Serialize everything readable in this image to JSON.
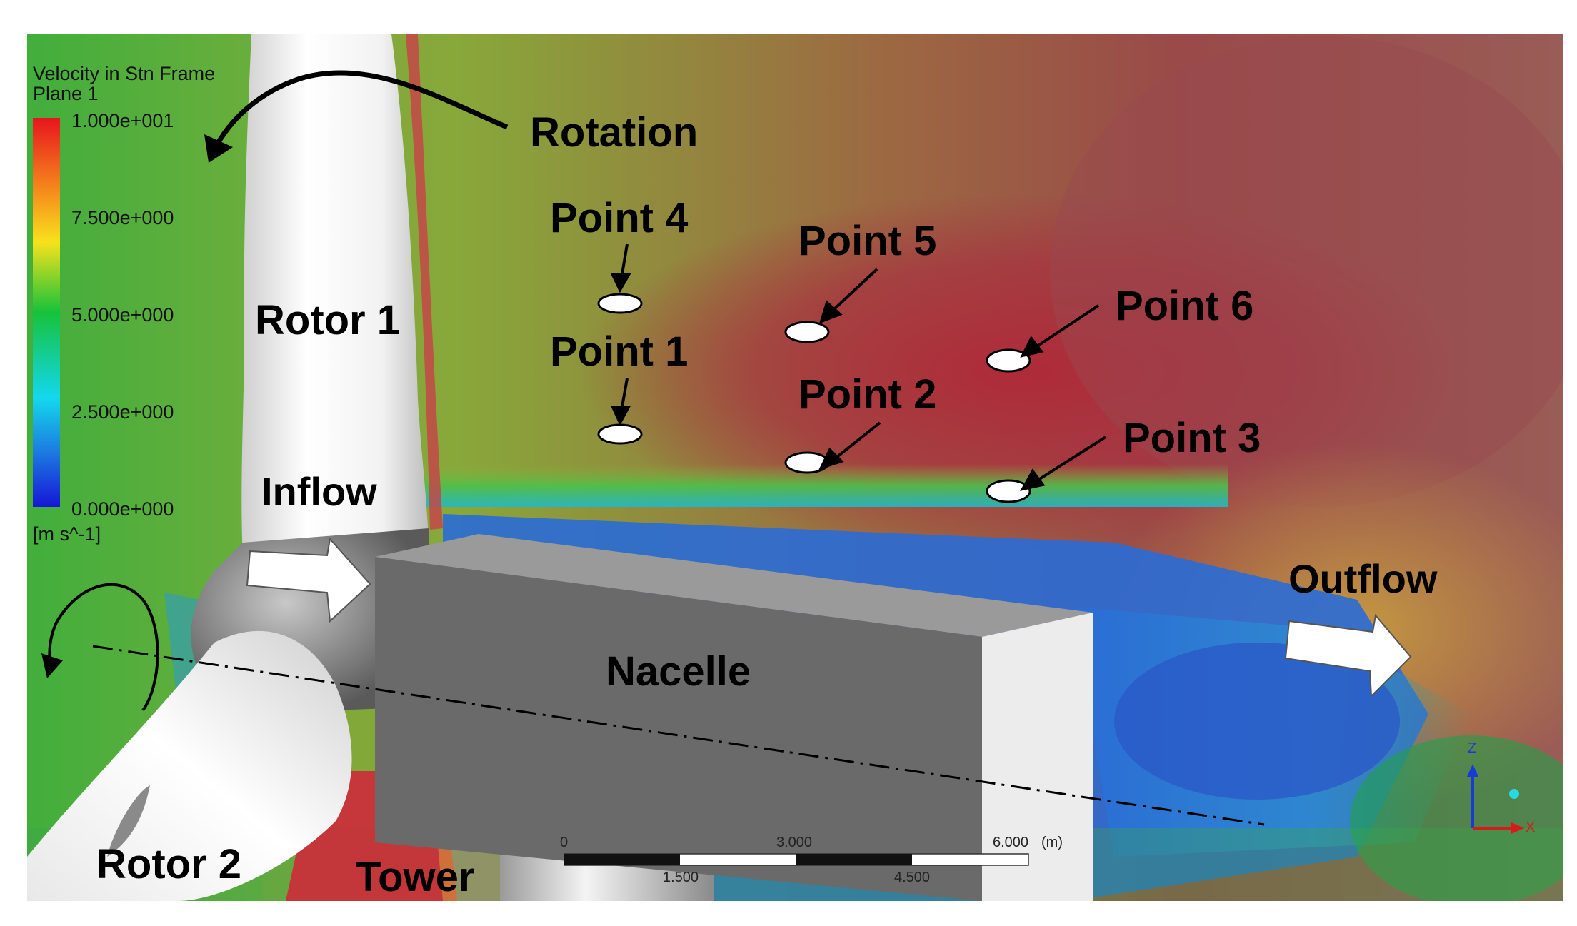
{
  "legend": {
    "title_line1": "Velocity in Stn Frame",
    "title_line2": "Plane 1",
    "ticks": [
      "1.000e+001",
      "7.500e+000",
      "5.000e+000",
      "2.500e+000",
      "0.000e+000"
    ],
    "unit": "[m s^-1]",
    "colors": [
      "#e8141e",
      "#f7e21c",
      "#16c23a",
      "#14d8ee",
      "#1616d8"
    ]
  },
  "labels": {
    "rotation": "Rotation",
    "rotor1": "Rotor 1",
    "rotor2": "Rotor 2",
    "inflow": "Inflow",
    "outflow": "Outflow",
    "nacelle": "Nacelle",
    "tower": "Tower"
  },
  "points": [
    "Point 4",
    "Point 5",
    "Point 6",
    "Point 1",
    "Point 2",
    "Point 3"
  ],
  "scale_bar": {
    "top_labels": [
      "0",
      "3.000",
      "6.000"
    ],
    "unit": "(m)",
    "bottom_labels": [
      "1.500",
      "4.500"
    ]
  },
  "axes": {
    "z": "Z",
    "x": "X"
  },
  "colors": {
    "flow_red": "#a8323c",
    "flow_green": "#7aa83c",
    "flow_blue": "#2e6ad0",
    "nacelle_top": "#9a9a9a",
    "nacelle_front": "#6a6a6a",
    "nacelle_side": "#ececec"
  }
}
